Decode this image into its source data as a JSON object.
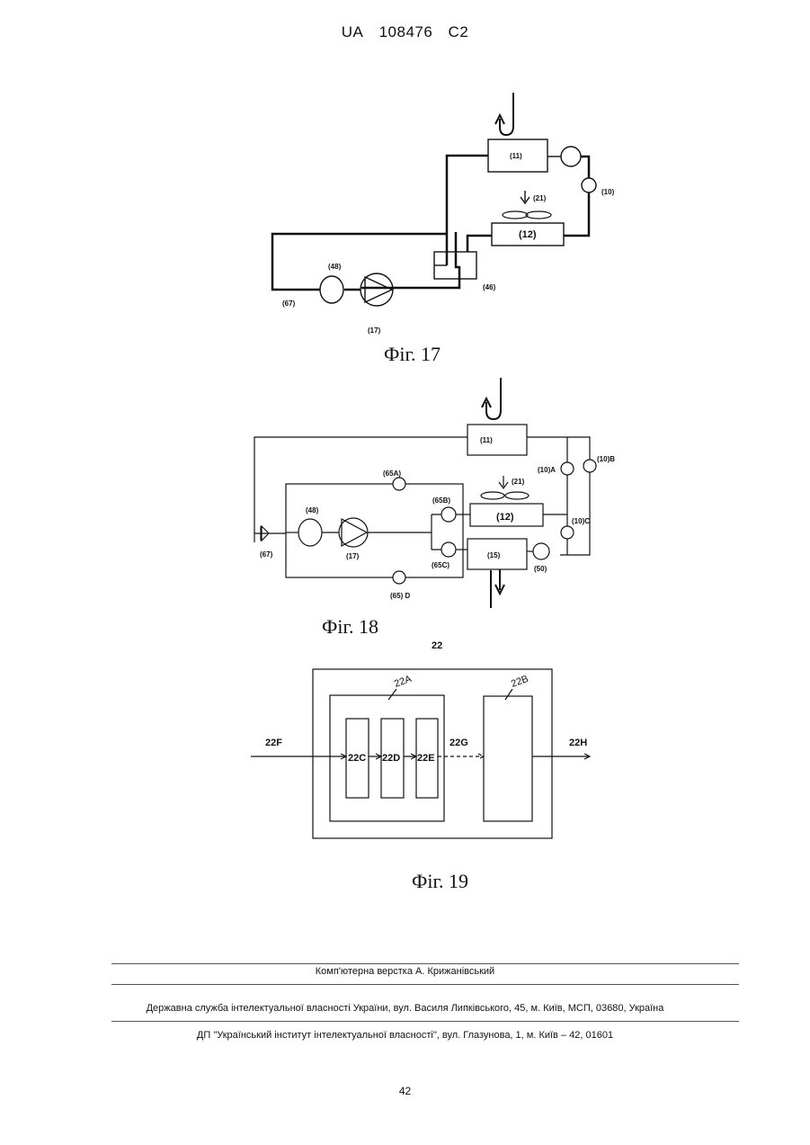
{
  "header": {
    "office": "UA",
    "number": "108476",
    "kind": "C2"
  },
  "figures": {
    "fig17": {
      "caption": "Фіг. 17",
      "labels": {
        "l11": "(11)",
        "l10": "(10)",
        "l21": "(21)",
        "l12": "(12)",
        "l48": "(48)",
        "l46": "(46)",
        "l67": "(67)",
        "l17": "(17)"
      }
    },
    "fig18": {
      "caption": "Фіг. 18",
      "labels": {
        "l11": "(11)",
        "l10B": "(10)B",
        "l10A": "(10)A",
        "l65A": "(65A)",
        "l21": "(21)",
        "l65B": "(65B)",
        "l12": "(12)",
        "l10C": "(10)C",
        "l48": "(48)",
        "l67": "(67)",
        "l17": "(17)",
        "l65C": "(65C)",
        "l15": "(15)",
        "l50": "(50)",
        "l65D": "(65) D"
      }
    },
    "fig19": {
      "caption": "Фіг. 19",
      "labels": {
        "l22": "22",
        "l22A": "22A",
        "l22B": "22B",
        "l22F": "22F",
        "l22C": "22C",
        "l22D": "22D",
        "l22E": "22E",
        "l22G": "22G",
        "l22H": "22H"
      }
    }
  },
  "footer": {
    "layout_credit": "Комп'ютерна верстка А. Крижанівський",
    "agency": "Державна служба інтелектуальної власності України, вул. Василя Липківського, 45, м. Київ, МСП, 03680, Україна",
    "institute": "ДП \"Український інститут інтелектуальної власності\", вул. Глазунова, 1, м. Київ – 42, 01601",
    "page_number": "42"
  }
}
